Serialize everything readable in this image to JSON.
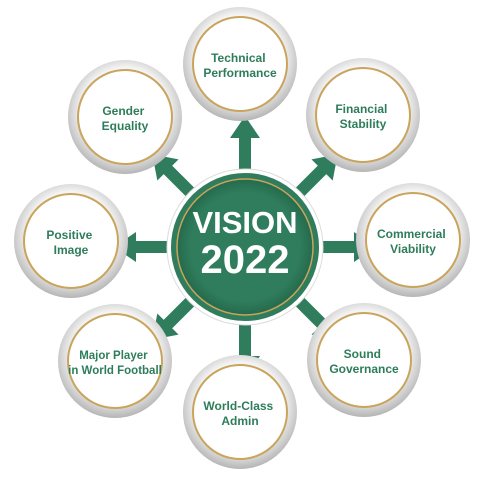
{
  "center": {
    "line1": "VISION",
    "line2": "2022"
  },
  "nodes": [
    {
      "id": "technical-performance",
      "lines": [
        "Technical",
        "Performance"
      ]
    },
    {
      "id": "financial-stability",
      "lines": [
        "Financial",
        "Stability"
      ]
    },
    {
      "id": "commercial-viability",
      "lines": [
        "Commercial",
        "Viability"
      ]
    },
    {
      "id": "sound-governance",
      "lines": [
        "Sound",
        "Governance"
      ]
    },
    {
      "id": "world-class-admin",
      "lines": [
        "World-Class",
        "Admin"
      ]
    },
    {
      "id": "major-player",
      "lines": [
        "Major Player",
        "in World Football"
      ]
    },
    {
      "id": "positive-image",
      "lines": [
        "Positive",
        "Image"
      ]
    },
    {
      "id": "gender-equality",
      "lines": [
        "Gender",
        "Equality"
      ]
    }
  ],
  "colors": {
    "accent": "#2f7d5c",
    "accent_dark": "#1e5e43",
    "ring_gold": "#c9a45c",
    "label": "#2e7d5a"
  }
}
